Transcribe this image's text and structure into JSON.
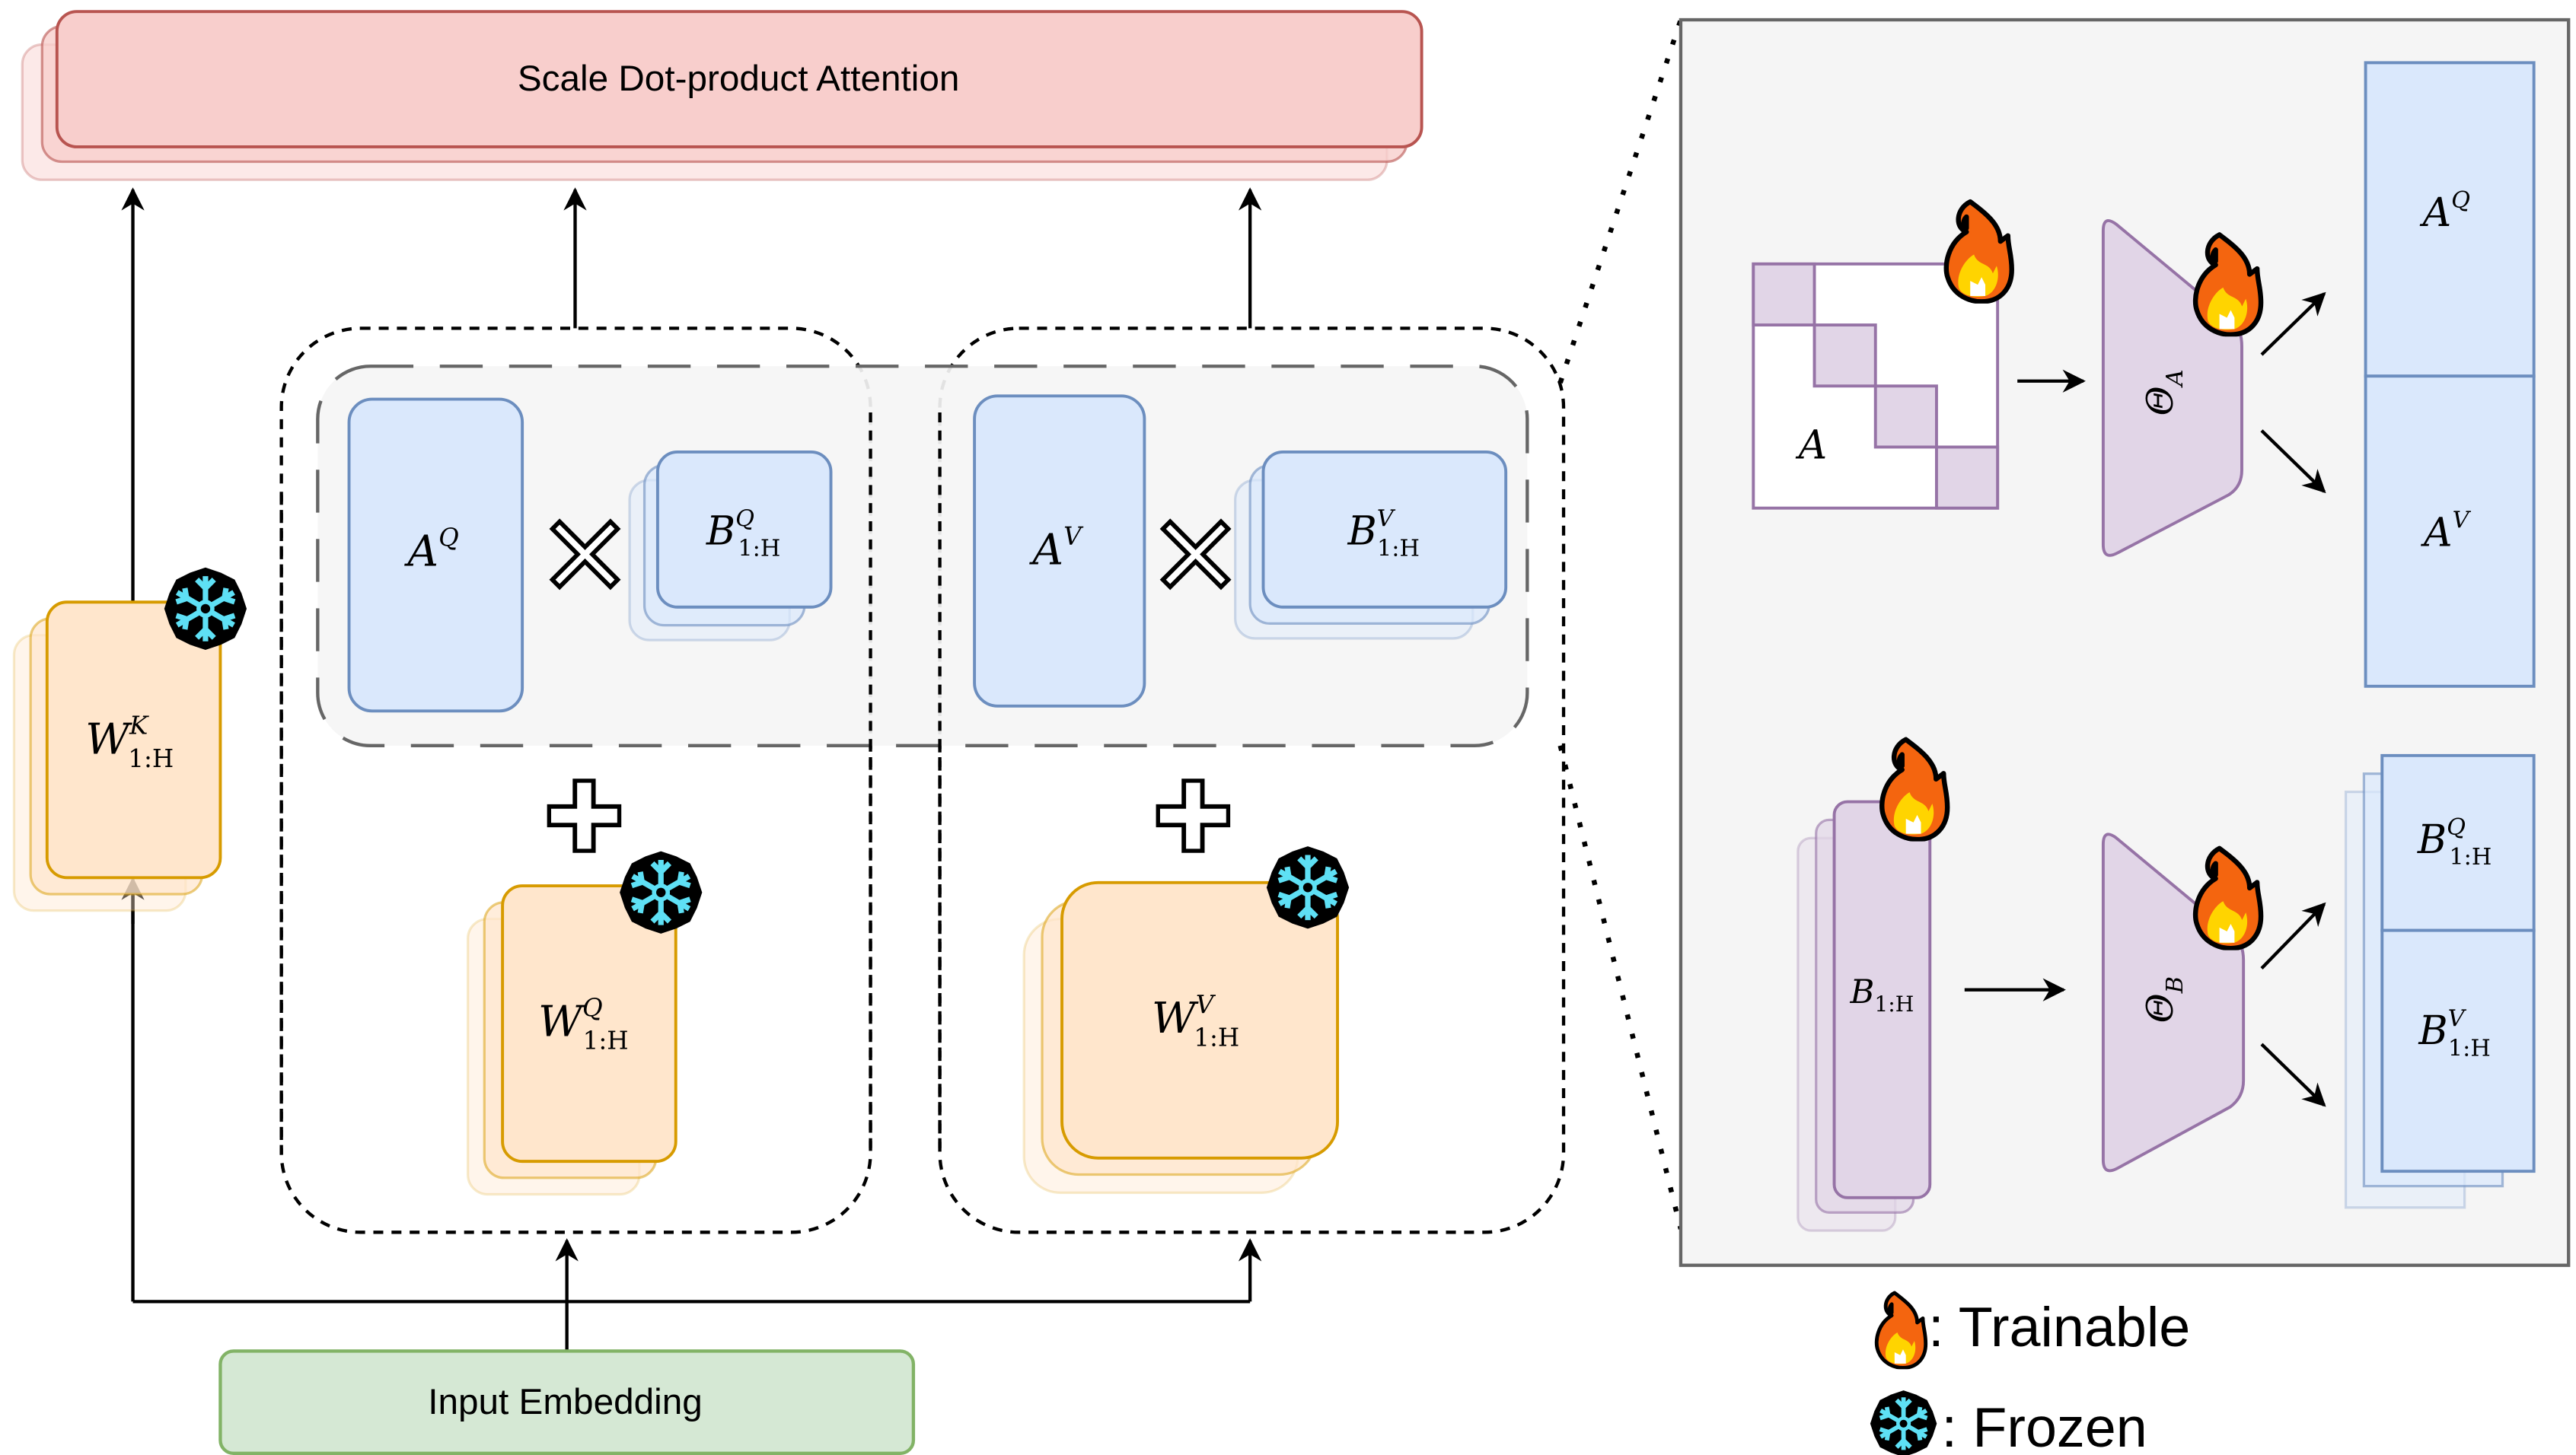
{
  "attention": {
    "label": "Scale Dot-product Attention"
  },
  "input": {
    "label": "Input Embedding"
  },
  "weights": {
    "key": {
      "base": "W",
      "sup": "K",
      "sub": "1:H",
      "state": "frozen"
    },
    "query": {
      "base": "W",
      "sup": "Q",
      "sub": "1:H",
      "state": "frozen"
    },
    "value": {
      "base": "W",
      "sup": "V",
      "sub": "1:H",
      "state": "frozen"
    }
  },
  "lora": {
    "query": {
      "a": {
        "base": "A",
        "sup": "Q"
      },
      "op": "×",
      "b": {
        "base": "B",
        "sup": "Q",
        "sub": "1:H"
      },
      "plus": "+"
    },
    "value": {
      "a": {
        "base": "A",
        "sup": "V"
      },
      "op": "×",
      "b": {
        "base": "B",
        "sup": "V",
        "sub": "1:H"
      },
      "plus": "+"
    }
  },
  "detail": {
    "top": {
      "input": {
        "base": "A",
        "state": "trainable"
      },
      "generator": {
        "base": "Θ",
        "sub": "A",
        "state": "trainable"
      },
      "outputs": [
        {
          "base": "A",
          "sup": "Q"
        },
        {
          "base": "A",
          "sup": "V"
        }
      ]
    },
    "bottom": {
      "input": {
        "base": "B",
        "sub": "1:H",
        "state": "trainable"
      },
      "generator": {
        "base": "Θ",
        "sub": "B",
        "state": "trainable"
      },
      "outputs": [
        {
          "base": "B",
          "sup": "Q",
          "sub": "1:H"
        },
        {
          "base": "B",
          "sup": "V",
          "sub": "1:H"
        }
      ]
    }
  },
  "legend": {
    "items": [
      {
        "icon": "fire-icon",
        "text": ": Trainable"
      },
      {
        "icon": "snowflake-icon",
        "text": ": Frozen"
      }
    ]
  },
  "colors": {
    "attention_fill": "#f8cecc",
    "attention_stroke": "#b85450",
    "frozen_fill": "#ffe6cc",
    "frozen_stroke": "#d79b00",
    "lora_fill": "#dae8fc",
    "lora_stroke": "#6c8ebf",
    "input_fill": "#d5e8d4",
    "input_stroke": "#82b366",
    "hyper_fill": "#e1d5e7",
    "hyper_stroke": "#9673a6",
    "panel_fill": "#f5f5f5",
    "panel_stroke": "#666666",
    "snow": "#5ee0f5",
    "fire_outer": "#f4650f",
    "fire_inner": "#ffd400"
  }
}
